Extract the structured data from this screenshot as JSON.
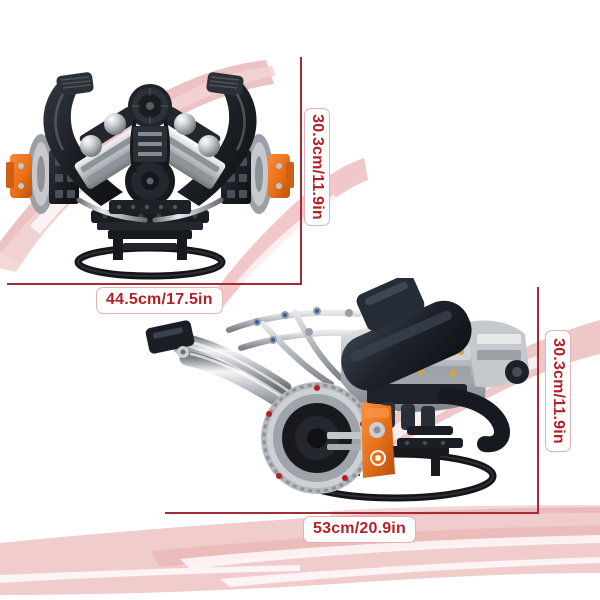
{
  "page": {
    "background_color": "#ffffff",
    "accent_color": "#a32b33",
    "label_text_color": "#b42025",
    "label_border_color": "#e3b0b3",
    "brush_color": "#e9b7b9"
  },
  "products": [
    {
      "id": "engine-front-view",
      "view": "front",
      "description": "V-engine model front view on display stand",
      "colors": {
        "intake": "#1b1d22",
        "block": "#b9bcc1",
        "caliper": "#e8701a",
        "stand": "#141518"
      }
    },
    {
      "id": "engine-side-view",
      "view": "three-quarter",
      "description": "V-engine model angled view with exhaust headers and flywheel",
      "colors": {
        "exhaust": "#c6c9ce",
        "airbox": "#20242c",
        "caliper": "#e8701a",
        "stand": "#141518"
      }
    }
  ],
  "measurements": [
    {
      "id": "top-height",
      "value": "30.3cm/11.9in",
      "orientation": "vertical",
      "applies_to": "engine-front-view"
    },
    {
      "id": "top-width",
      "value": "44.5cm/17.5in",
      "orientation": "horizontal",
      "applies_to": "engine-front-view"
    },
    {
      "id": "bottom-height",
      "value": "30.3cm/11.9in",
      "orientation": "vertical",
      "applies_to": "engine-side-view"
    },
    {
      "id": "bottom-width",
      "value": "53cm/20.9in",
      "orientation": "horizontal",
      "applies_to": "engine-side-view"
    }
  ]
}
